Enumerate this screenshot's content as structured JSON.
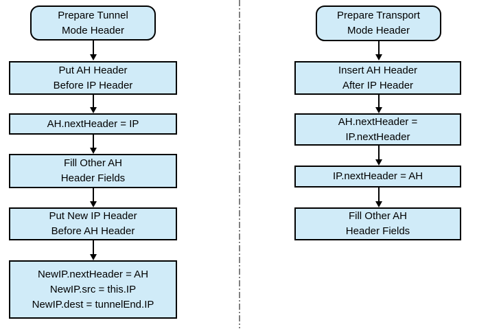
{
  "diagram": {
    "colors": {
      "node_fill": "#d0ebf8",
      "node_border": "#000000",
      "arrow": "#000000",
      "separator": "#7f7f7f"
    },
    "flows": [
      {
        "name": "tunnel-mode",
        "nodes": [
          {
            "type": "start",
            "lines": [
              "Prepare Tunnel",
              "Mode Header"
            ]
          },
          {
            "type": "process",
            "lines": [
              "Put AH Header",
              "Before IP Header"
            ]
          },
          {
            "type": "process",
            "lines": [
              "AH.nextHeader = IP"
            ]
          },
          {
            "type": "process",
            "lines": [
              "Fill Other AH",
              "Header Fields"
            ]
          },
          {
            "type": "process",
            "lines": [
              "Put New IP Header",
              "Before AH Header"
            ]
          },
          {
            "type": "process",
            "lines": [
              "NewIP.nextHeader = AH",
              "NewIP.src = this.IP",
              "NewIP.dest = tunnelEnd.IP"
            ]
          }
        ]
      },
      {
        "name": "transport-mode",
        "nodes": [
          {
            "type": "start",
            "lines": [
              "Prepare Transport",
              "Mode Header"
            ]
          },
          {
            "type": "process",
            "lines": [
              "Insert AH Header",
              "After IP Header"
            ]
          },
          {
            "type": "process",
            "lines": [
              "AH.nextHeader =",
              "IP.nextHeader"
            ]
          },
          {
            "type": "process",
            "lines": [
              "IP.nextHeader = AH"
            ]
          },
          {
            "type": "process",
            "lines": [
              "Fill Other AH",
              "Header Fields"
            ]
          }
        ]
      }
    ]
  }
}
